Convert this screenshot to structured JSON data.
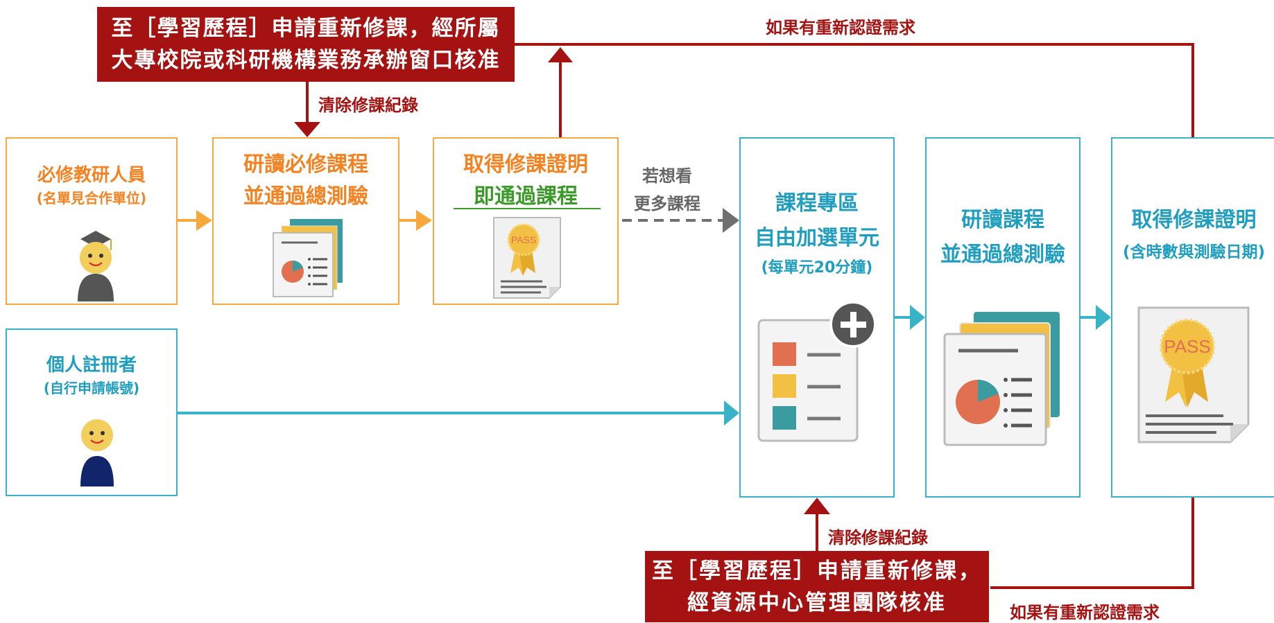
{
  "top_notice": {
    "line1": "至［學習歷程］申請重新修課，經所屬",
    "line2": "大專校院或科研機構業務承辦窗口核准"
  },
  "bottom_notice": {
    "line1": "至［學習歷程］申請重新修課，",
    "line2": "經資源中心管理團隊核准"
  },
  "labels": {
    "recert_top": "如果有重新認證需求",
    "recert_bottom": "如果有重新認證需求",
    "clear_top": "清除修課紀錄",
    "clear_bottom": "清除修課紀錄",
    "more_line1": "若想看",
    "more_line2": "更多課程"
  },
  "required_person": {
    "title": "必修教研人員",
    "sub": "(名單見合作單位)"
  },
  "individual": {
    "title": "個人註冊者",
    "sub": "(自行申請帳號)"
  },
  "required_course": {
    "line1": "研讀必修課程",
    "line2": "並通過總測驗"
  },
  "certificate1": {
    "line1": "取得修課證明",
    "line2": "即通過課程",
    "badge": "PASS"
  },
  "course_zone": {
    "line1": "課程專區",
    "line2": "自由加選單元",
    "sub": "(每單元20分鐘)"
  },
  "study_course": {
    "line1": "研讀課程",
    "line2": "並通過總測驗"
  },
  "certificate2": {
    "line1": "取得修課證明",
    "sub": "(含時數與測驗日期)",
    "badge": "PASS"
  },
  "colors": {
    "orange": "#f58220",
    "teal": "#1f9ec0",
    "darkred": "#a51212",
    "green": "#3a9b28"
  }
}
